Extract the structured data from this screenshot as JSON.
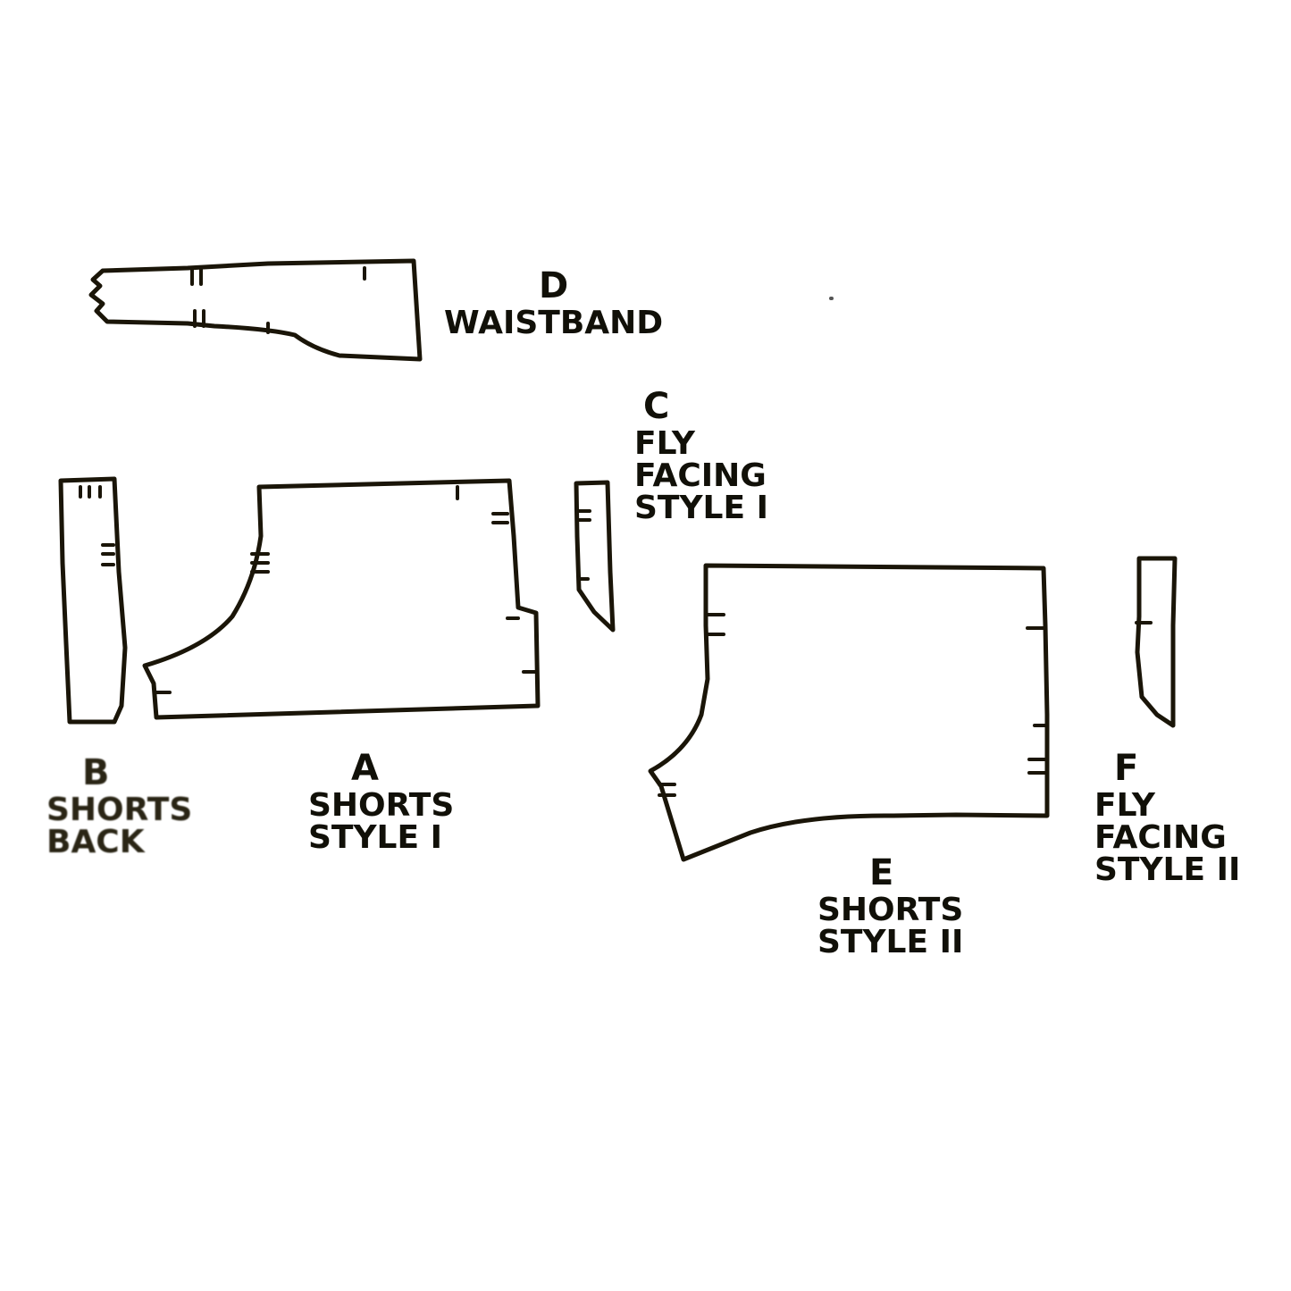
{
  "diagram": {
    "type": "sewing-pattern-pieces",
    "colors": {
      "background": "#ffffff",
      "ink": "#1a1508"
    },
    "pieces": [
      {
        "id": "A",
        "letter": "A",
        "lines": [
          "SHORTS",
          "STYLE I"
        ]
      },
      {
        "id": "B",
        "letter": "B",
        "lines": [
          "SHORTS",
          "BACK"
        ]
      },
      {
        "id": "C",
        "letter": "C",
        "lines": [
          "FLY",
          "FACING",
          "STYLE I"
        ]
      },
      {
        "id": "D",
        "letter": "D",
        "lines": [
          "WAISTBAND"
        ]
      },
      {
        "id": "E",
        "letter": "E",
        "lines": [
          "SHORTS",
          "STYLE II"
        ]
      },
      {
        "id": "F",
        "letter": "F",
        "lines": [
          "FLY",
          "FACING",
          "STYLE II"
        ]
      }
    ]
  }
}
